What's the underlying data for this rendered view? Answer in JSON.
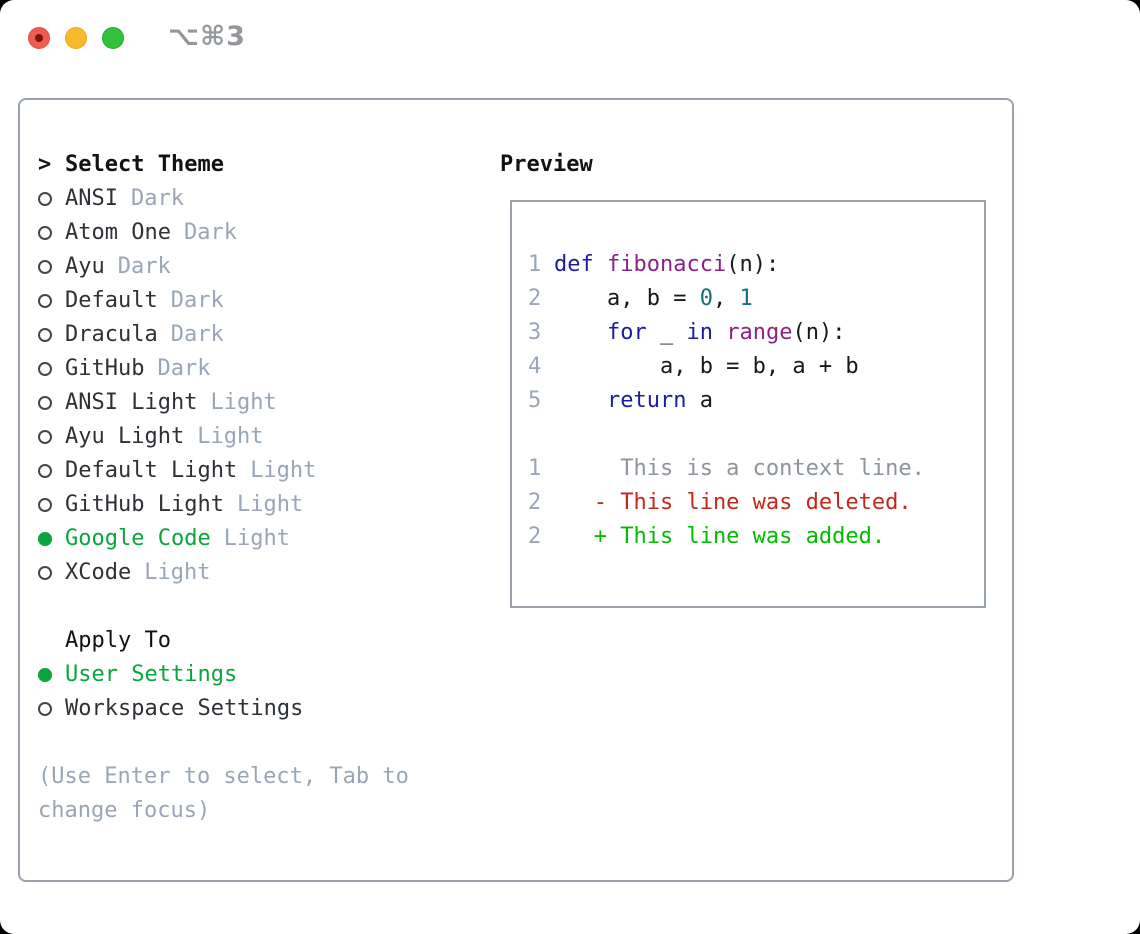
{
  "window": {
    "title": "⌥⌘3"
  },
  "traffic_lights": {
    "close": "close-button",
    "minimize": "minimize-button",
    "zoom": "zoom-button"
  },
  "theme_panel": {
    "header_marker": ">",
    "header": "Select Theme",
    "items": [
      {
        "name": "ANSI",
        "variant": "Dark",
        "selected": false
      },
      {
        "name": "Atom One",
        "variant": "Dark",
        "selected": false
      },
      {
        "name": "Ayu",
        "variant": "Dark",
        "selected": false
      },
      {
        "name": "Default",
        "variant": "Dark",
        "selected": false
      },
      {
        "name": "Dracula",
        "variant": "Dark",
        "selected": false
      },
      {
        "name": "GitHub",
        "variant": "Dark",
        "selected": false
      },
      {
        "name": "ANSI Light",
        "variant": "Light",
        "selected": false
      },
      {
        "name": "Ayu Light",
        "variant": "Light",
        "selected": false
      },
      {
        "name": "Default Light",
        "variant": "Light",
        "selected": false
      },
      {
        "name": "GitHub Light",
        "variant": "Light",
        "selected": false
      },
      {
        "name": "Google Code",
        "variant": "Light",
        "selected": true
      },
      {
        "name": "XCode",
        "variant": "Light",
        "selected": false
      }
    ],
    "apply_to": {
      "header": "Apply To",
      "options": [
        {
          "name": "User Settings",
          "selected": true
        },
        {
          "name": "Workspace Settings",
          "selected": false
        }
      ]
    },
    "help_text": "(Use Enter to select, Tab to\nchange focus)"
  },
  "preview": {
    "header": "Preview",
    "code_lines": [
      {
        "num": "1",
        "segs": [
          {
            "c": "kwd",
            "t": "def"
          },
          {
            "c": "pln",
            "t": " "
          },
          {
            "c": "typ",
            "t": "fibonacci"
          },
          {
            "c": "pln",
            "t": "(n):"
          }
        ]
      },
      {
        "num": "2",
        "segs": [
          {
            "c": "pln",
            "t": "    a, b = "
          },
          {
            "c": "lit",
            "t": "0"
          },
          {
            "c": "pln",
            "t": ", "
          },
          {
            "c": "lit",
            "t": "1"
          }
        ]
      },
      {
        "num": "3",
        "segs": [
          {
            "c": "pln",
            "t": "    "
          },
          {
            "c": "kwd",
            "t": "for"
          },
          {
            "c": "pln",
            "t": " _ "
          },
          {
            "c": "kwd",
            "t": "in"
          },
          {
            "c": "pln",
            "t": " "
          },
          {
            "c": "typ",
            "t": "range"
          },
          {
            "c": "pln",
            "t": "(n):"
          }
        ]
      },
      {
        "num": "4",
        "segs": [
          {
            "c": "pln",
            "t": "        a, b = b, a + b"
          }
        ]
      },
      {
        "num": "5",
        "segs": [
          {
            "c": "pln",
            "t": "    "
          },
          {
            "c": "kwd",
            "t": "return"
          },
          {
            "c": "pln",
            "t": " a"
          }
        ]
      },
      {
        "num": "",
        "segs": []
      },
      {
        "num": "1",
        "segs": [
          {
            "c": "ctx",
            "t": "     This is a context line."
          }
        ]
      },
      {
        "num": "2",
        "segs": [
          {
            "c": "rem",
            "t": "   - This line was deleted."
          }
        ]
      },
      {
        "num": "2",
        "segs": [
          {
            "c": "add",
            "t": "   + This line was added."
          }
        ]
      }
    ]
  },
  "colors": {
    "accent_green": "#0aa53c",
    "traffic_red": "#f05b51",
    "traffic_yellow": "#f7ba2d",
    "traffic_green": "#32c13d",
    "keyword_blue": "#1c1ca0",
    "type_purple": "#8b2383",
    "literal_teal": "#166f74",
    "diff_removed_red": "#c4281a",
    "diff_added_green": "#00bd00",
    "muted_gray": "#9aa5b5",
    "border_gray": "#99a2ac"
  }
}
